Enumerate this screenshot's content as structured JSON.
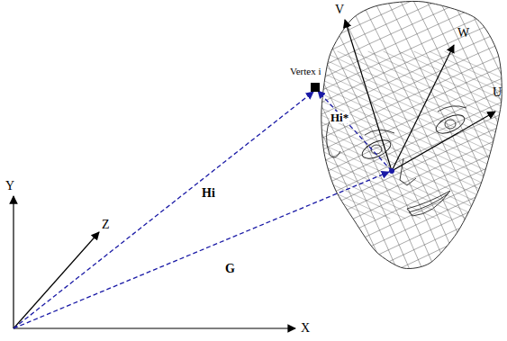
{
  "diagram": {
    "labels": [
      "Y",
      "Z",
      "X",
      "V",
      "W",
      "U",
      "Vertex i",
      "Hi",
      "G",
      "Hi*"
    ]
  }
}
